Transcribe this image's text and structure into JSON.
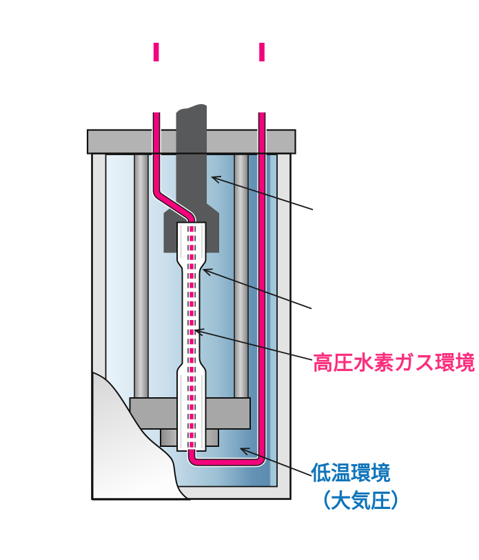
{
  "diagram": {
    "labels": {
      "hydrogen": {
        "text": "高圧水素ガス環境"
      },
      "cold": {
        "line1": "低温環境",
        "line2": "（大気圧）"
      }
    },
    "colors": {
      "hydrogen_label_pink": "#fb2e7d",
      "cold_label_blue": "#0f74ba",
      "tube_pink": "#f2047c",
      "vessel_shell_gray": "#e3e3e3",
      "flange_gray": "#b3b3b3",
      "pull_rod_dark_gray": "#58595b",
      "interior_blue_light": "#eaf3f9",
      "interior_blue_dark": "#6392b5",
      "outline_black": "#111111"
    }
  }
}
